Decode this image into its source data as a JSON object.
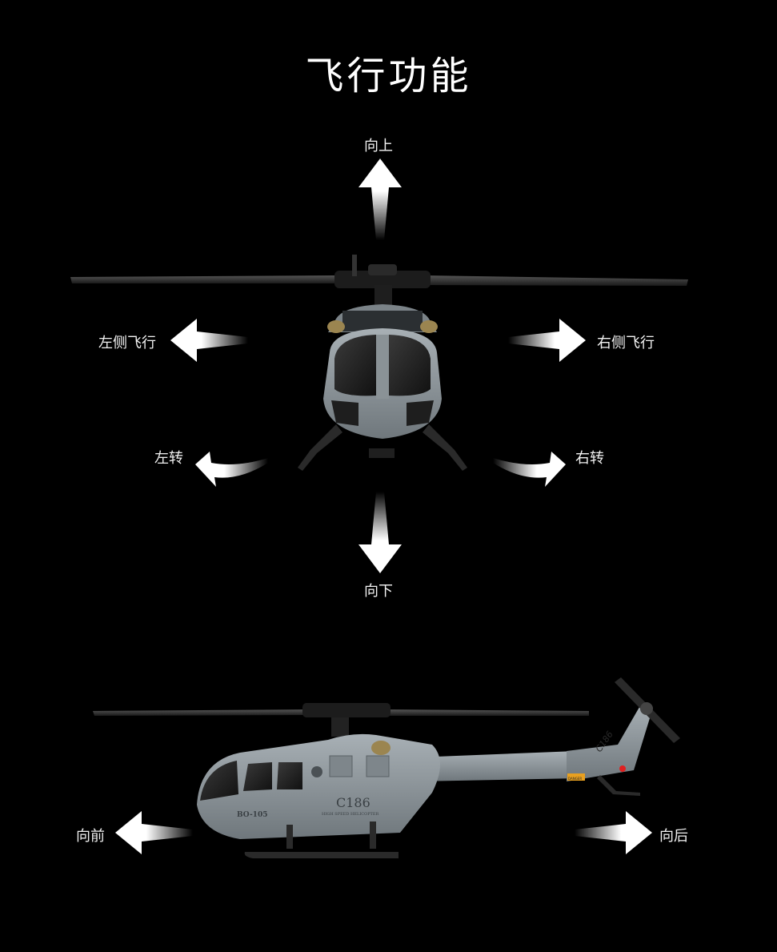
{
  "title": "飞行功能",
  "labels": {
    "up": "向上",
    "down": "向下",
    "left_side": "左侧飞行",
    "right_side": "右侧飞行",
    "turn_left": "左转",
    "turn_right": "右转",
    "forward": "向前",
    "backward": "向后"
  },
  "helicopter": {
    "model": "C186",
    "tail_model": "C186",
    "registration": "BO-105",
    "subtitle": "HIGH SPEED HELICOPTER",
    "warning": "DANGER"
  },
  "colors": {
    "background": "#000000",
    "body": "#8e969c",
    "arrow": "#ffffff",
    "rotor": "#2a2a2a"
  }
}
